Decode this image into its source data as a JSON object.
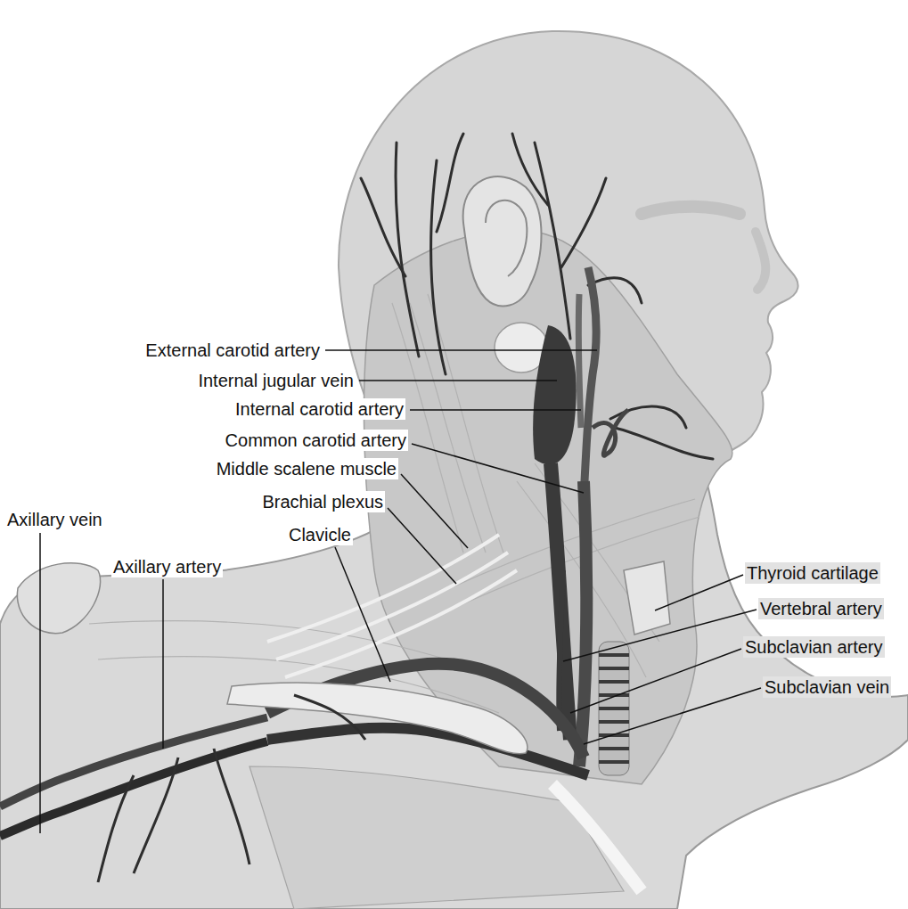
{
  "diagram": {
    "labels": [
      "External carotid artery",
      "Internal jugular vein",
      "Internal carotid artery",
      "Common carotid artery",
      "Middle scalene muscle",
      "Brachial plexus",
      "Axillary vein",
      "Clavicle",
      "Axillary artery",
      "Thyroid cartilage",
      "Vertebral artery",
      "Subclavian artery",
      "Subclavian vein"
    ]
  }
}
